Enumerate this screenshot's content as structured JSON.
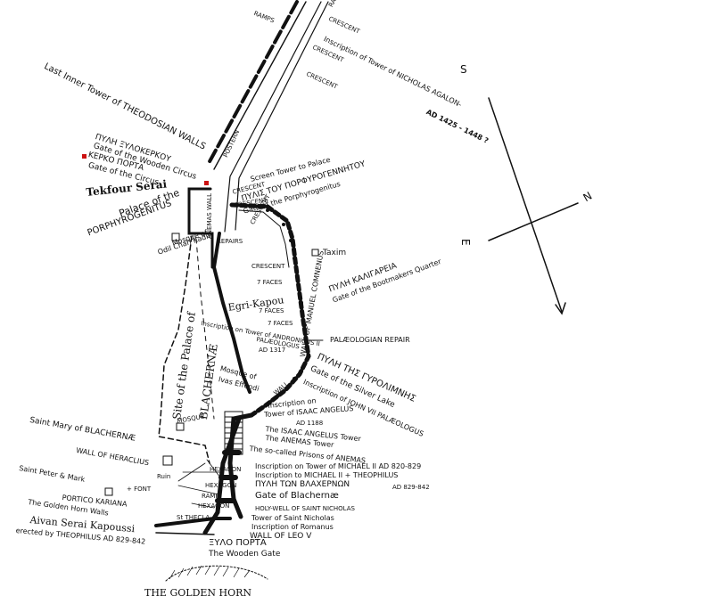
{
  "top": {
    "ramps": "RAMPS",
    "crescent_1": "CRESCENT",
    "crescent_2": "CRESCENT",
    "crescent_3": "CRESCENT",
    "inscription_nicholas": "Inscription of Tower of NICHOLAS AGALON-",
    "inscription_date": "AD 1425 - 1448 ?",
    "postern": "POSTERN",
    "rail": "RAIL"
  },
  "left_top": {
    "last_inner_tower": "Last Inner Tower of THEODOSIAN WALLS",
    "xyloker_gr": "ΠΥΛΗ ΞΥΛΟΚΕΡΚΟΥ",
    "xyloker_en": "Gate of the Wooden Circus",
    "kerko_gr": "ΚΕΡΚΟ ΠΟΡΤΑ",
    "kerko_en": "Gate of the Circus",
    "tekfour": "Tekfour Serai",
    "palace_1": "Palace of the",
    "palace_2": "PORPHYROGENITUS",
    "mosque_1": "Mosque of",
    "mosque_2": "Odil Chah Kadin"
  },
  "center_top": {
    "screen_tower": "Screen Tower to Palace",
    "porphyro_gr": "ΠΥΛΙΣ ΤΟΥ ΠΟΡΦΥΡΟΓΕΝΝΗΤΟΥ",
    "porphyro_en": "Gate of the Porphyrogenitus",
    "crescent_a": "CRESCENT",
    "crescent_b": "CRESCENT",
    "crescent_c": "CRESCENT",
    "crescent_d": "CRESCENT",
    "repairs": "REPAIRS",
    "anemas_wall": "ANEMAS WALL",
    "t_faces": "7 FACES",
    "t_faces_2": "7 FACES",
    "t_faces_3": "7 FACES",
    "egri_kapou": "Egri-Kapou",
    "wall_of_manuel": "WALL OF MANUEL COMNENUS",
    "taxim": "Taxim",
    "kaligaria_gr": "ΠΥΛΗ ΚΑΛΙΓΑΡΕΙΑ",
    "kaligaria_en": "Gate of the Bootmakers Quarter",
    "inscription_andronicus": "Inscription on Tower of ANDRONICUS II",
    "paleologus": "PALÆOLOGUS",
    "ad_1317": "AD 1317",
    "paleologian_repair": "PALÆOLOGIAN REPAIR"
  },
  "left_mid": {
    "site_1": "Site of the Palace of",
    "site_2": "BLACHERNÆ",
    "mosque_ivaz_1": "Mosque of",
    "mosque_ivaz_2": "Ivas Effendi"
  },
  "center_mid": {
    "gyrolimne_gr": "ΠΥΛΗ ΤΗΣ ΓΥΡΟΛΙΜΝΗΣ",
    "gyrolimne_en": "Gate of the Silver Lake",
    "inscription_john": "Inscription of JOHN VII PALÆOLOGUS",
    "inscription_isaac_1": "Inscription on",
    "inscription_isaac_2": "Tower of ISAAC ANGELUS",
    "inscription_isaac_3": "AD 1188",
    "isaac_tower": "The ISAAC ANGELUS Tower",
    "anemas_tower": "The ANEMAS Tower",
    "wall": "WALL",
    "prisons": "The so-called Prisons of ANEMAS"
  },
  "bottom_left": {
    "st_mary": "Saint Mary of BLACHERNÆ",
    "wall_heraclius": "WALL OF HERACLIUS",
    "ruin": "Ruin",
    "st_peter": "Saint Peter & Mark",
    "font": "+ FONT",
    "portico": "PORTICO KARIANA",
    "golden_horn_walls": "The Golden Horn Walls",
    "aivan": "Aivan Serai Kapoussi",
    "erected": "erected by THEOPHILUS AD 829-842",
    "st_thecla": "St THECLA",
    "hexagon_1": "HEXAGON",
    "hexagon_2": "HEXAGON",
    "hexagon_3": "HEXAGON",
    "ramp": "RAMP",
    "mosque_small": "MOSQUE"
  },
  "bottom_right": {
    "inscription_michael_1": "Inscription on Tower of MICHAEL II AD 820-829",
    "inscription_michael_2": "Inscription to MICHAEL II + THEOPHILUS",
    "inscription_michael_date": "AD 829-842",
    "vlach_gr": "ΠΥΛΗ ΤΩΝ ΒΛΑΧΕΡΝΩΝ",
    "vlach_en": "Gate of Blachernæ",
    "holy_well": "HOLY-WELL OF SAINT NICHOLAS",
    "tower_nicholas_1": "Tower of Saint Nicholas",
    "tower_nicholas_2": "Inscription of Romanus",
    "wall_leo": "WALL OF LEO V",
    "xylo_gr": "ΞΥΛΟ ΠΟΡΤΑ",
    "xylo_en": "The Wooden Gate",
    "golden_horn": "THE GOLDEN HORN"
  },
  "compass": {
    "s": "S",
    "n": "N",
    "e": "E"
  },
  "colors": {
    "ink": "#111111",
    "accent": "#cc1111",
    "paper": "#ffffff"
  }
}
